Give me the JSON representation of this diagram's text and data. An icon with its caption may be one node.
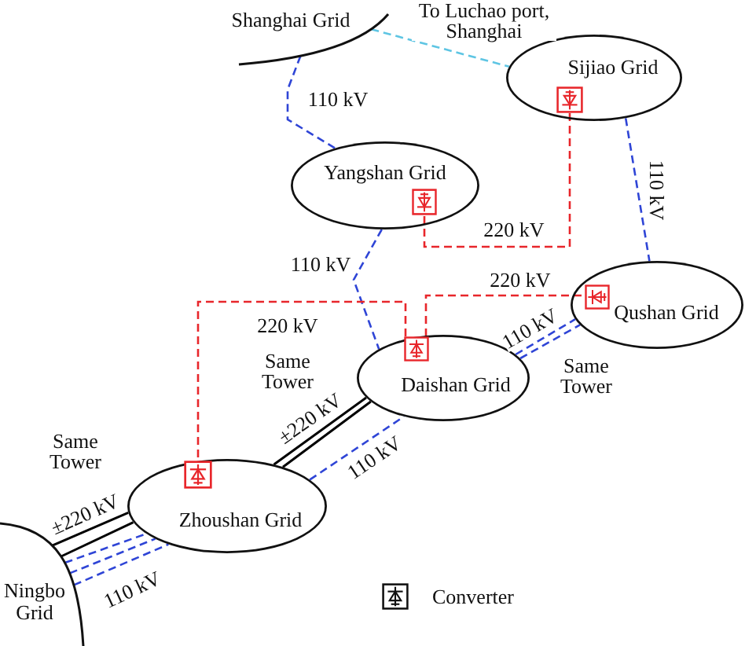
{
  "diagram": {
    "nodes": [
      {
        "text": [
          "Shanghai Grid"
        ]
      },
      {
        "text": [
          "Sijiao Grid"
        ]
      },
      {
        "text": [],
        "shape": "box",
        "in": 1
      },
      {
        "text": [
          "Yangshan Grid"
        ]
      },
      {
        "text": [],
        "shape": "box",
        "in": 3
      },
      {
        "text": [
          "Qushan Grid"
        ]
      },
      {
        "text": [],
        "shape": "box",
        "in": 5
      },
      {
        "text": [
          "Daishan Grid"
        ]
      },
      {
        "text": [],
        "shape": "box",
        "in": 7
      },
      {
        "text": [
          "Zhoushan Grid"
        ]
      },
      {
        "text": [],
        "shape": "box",
        "in": 9
      },
      {
        "text": [
          "Ningbo Grid"
        ]
      }
    ],
    "edges": [
      {
        "from": 0,
        "to": 3,
        "arrow": "none",
        "label": "110 kV",
        "style": "dashed"
      },
      {
        "from": 0,
        "to": 1,
        "arrow": "none",
        "label": "To Luchao port, Shanghai",
        "style": "dashed",
        "color": "#5ec5e3"
      },
      {
        "from": 2,
        "to": 4,
        "arrow": "none",
        "label": "220 kV",
        "style": "dashed",
        "color": "#e8262b"
      },
      {
        "from": 1,
        "to": 5,
        "arrow": "none",
        "label": "110 kV",
        "style": "dashed"
      },
      {
        "from": 3,
        "to": 7,
        "arrow": "none",
        "label": "110 kV",
        "style": "dashed"
      },
      {
        "from": 8,
        "to": 6,
        "arrow": "none",
        "label": "220 kV",
        "style": "dashed",
        "color": "#e8262b"
      },
      {
        "from": 8,
        "to": 10,
        "arrow": "none",
        "label": "220 kV",
        "style": "dashed",
        "color": "#e8262b"
      },
      {
        "from": 7,
        "to": 5,
        "arrow": "none",
        "label": "110 kV",
        "style": "dashed"
      },
      {
        "from": 7,
        "to": 5,
        "arrow": "none",
        "style": "dashed"
      },
      {
        "from": 9,
        "to": 7,
        "arrow": "none",
        "label": "±220 kV",
        "color": "#000000"
      },
      {
        "from": 9,
        "to": 7,
        "arrow": "none",
        "color": "#000000"
      },
      {
        "from": 9,
        "to": 7,
        "arrow": "none",
        "label": "110 kV",
        "style": "dashed"
      },
      {
        "from": 11,
        "to": 9,
        "arrow": "none",
        "label": "±220 kV",
        "color": "#000000"
      },
      {
        "from": 11,
        "to": 9,
        "arrow": "none",
        "color": "#000000"
      },
      {
        "from": 11,
        "to": 9,
        "arrow": "none",
        "style": "dashed"
      },
      {
        "from": 11,
        "to": 9,
        "arrow": "none",
        "style": "dashed"
      },
      {
        "from": 11,
        "to": 9,
        "arrow": "none",
        "label": "110 kV",
        "style": "dashed"
      }
    ],
    "labels": [
      "Same Tower",
      "Same Tower",
      "Same Tower"
    ],
    "legend": [
      {
        "text": "Converter"
      }
    ]
  }
}
